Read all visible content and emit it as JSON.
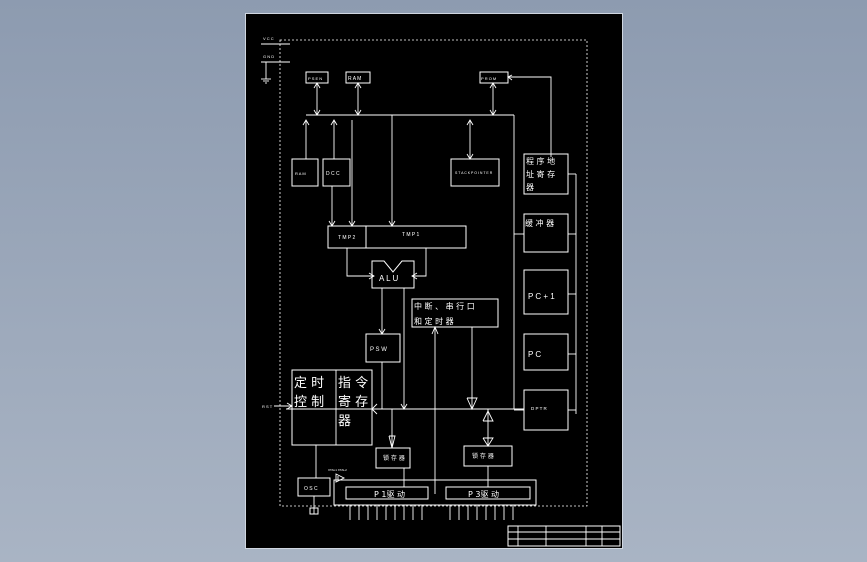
{
  "labels": {
    "vcc": "V C C",
    "gnd": "G N D",
    "rst": "R S T",
    "psen": "P S E N",
    "ram": "R A M",
    "rom": "P R O M",
    "ramaddr": "R A M",
    "dcc": "D C C",
    "sp": "S T A C K P O I N T E R",
    "tmp2": "T M P 2",
    "tmp1": "T M P 1",
    "alu": "A L U",
    "psw": "P S W",
    "pc_addr_1": "程 序 地",
    "pc_addr_2": "址 寄 存",
    "pc_addr_3": "器",
    "buffer": "缓 冲 器",
    "pc_inc": "P C + 1",
    "pc": "P C",
    "dptr": "D P T R",
    "irq_1": "中 断 、 串 行 口",
    "irq_2": "和 定 时 器",
    "timing_1": "定 时",
    "timing_2": "控 制",
    "ireg_1": "指 令",
    "ireg_2": "寄 存",
    "ireg_3": "器",
    "latch0": "锁 存 器",
    "latch3": "锁 存 器",
    "osc": "O S C",
    "p1": "P 1驱 动",
    "p3": "P 3驱 动",
    "clock_note": "XTAL1  XTAL2"
  }
}
